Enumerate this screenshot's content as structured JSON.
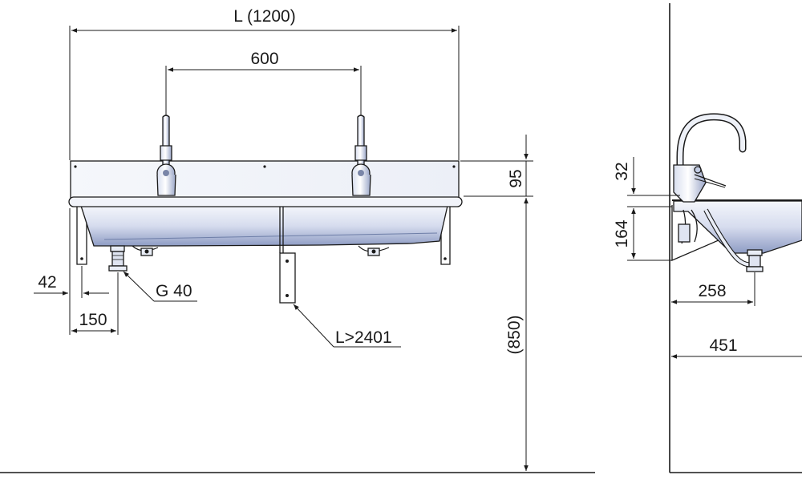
{
  "front_view": {
    "overall_length": "L (1200)",
    "tap_spacing": "600",
    "backsplash_height": "95",
    "bracket_offset": "42",
    "drain_offset": "150",
    "drain_thread": "G 40",
    "hose_length": "L>2401",
    "rim_height": "(850)"
  },
  "side_view": {
    "spout_height": "32",
    "basin_depth": "164",
    "drain_distance": "258",
    "projection": "451"
  },
  "colors": {
    "steel_light": "#e9edf6",
    "steel_mid": "#c2cce4",
    "steel_dark": "#8e9cc4",
    "line": "#1a1a1a"
  }
}
